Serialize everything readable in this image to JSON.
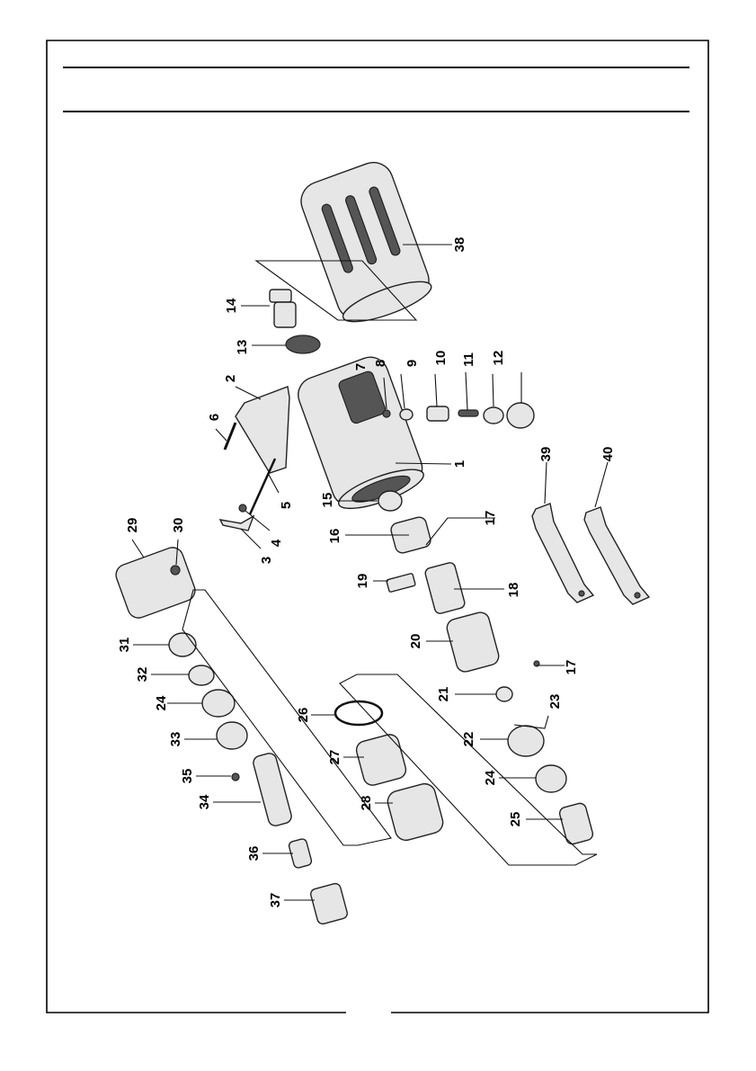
{
  "page": {
    "footer_page_number": ""
  },
  "diagram": {
    "callouts": [
      {
        "id": "c1",
        "text": "1"
      },
      {
        "id": "c2",
        "text": "2"
      },
      {
        "id": "c3",
        "text": "3"
      },
      {
        "id": "c4",
        "text": "4"
      },
      {
        "id": "c5",
        "text": "5"
      },
      {
        "id": "c6",
        "text": "6"
      },
      {
        "id": "c7",
        "text": "7"
      },
      {
        "id": "c8",
        "text": "8"
      },
      {
        "id": "c9",
        "text": "9"
      },
      {
        "id": "c10",
        "text": "10"
      },
      {
        "id": "c11",
        "text": "11"
      },
      {
        "id": "c12",
        "text": "12"
      },
      {
        "id": "c13",
        "text": "13"
      },
      {
        "id": "c14",
        "text": "14"
      },
      {
        "id": "c15",
        "text": "15"
      },
      {
        "id": "c16",
        "text": "16"
      },
      {
        "id": "c17a",
        "text": "17"
      },
      {
        "id": "c17b",
        "text": "17"
      },
      {
        "id": "c18",
        "text": "18"
      },
      {
        "id": "c19",
        "text": "19"
      },
      {
        "id": "c20",
        "text": "20"
      },
      {
        "id": "c21",
        "text": "21"
      },
      {
        "id": "c22",
        "text": "22"
      },
      {
        "id": "c23",
        "text": "23"
      },
      {
        "id": "c24a",
        "text": "24"
      },
      {
        "id": "c24b",
        "text": "24"
      },
      {
        "id": "c25",
        "text": "25"
      },
      {
        "id": "c26",
        "text": "26"
      },
      {
        "id": "c27",
        "text": "27"
      },
      {
        "id": "c28",
        "text": "28"
      },
      {
        "id": "c29",
        "text": "29"
      },
      {
        "id": "c30",
        "text": "30"
      },
      {
        "id": "c31",
        "text": "31"
      },
      {
        "id": "c32",
        "text": "32"
      },
      {
        "id": "c33",
        "text": "33"
      },
      {
        "id": "c34",
        "text": "34"
      },
      {
        "id": "c35",
        "text": "35"
      },
      {
        "id": "c36",
        "text": "36"
      },
      {
        "id": "c37",
        "text": "37"
      },
      {
        "id": "c38",
        "text": "38"
      },
      {
        "id": "c39",
        "text": "39"
      },
      {
        "id": "c40",
        "text": "40"
      }
    ]
  }
}
